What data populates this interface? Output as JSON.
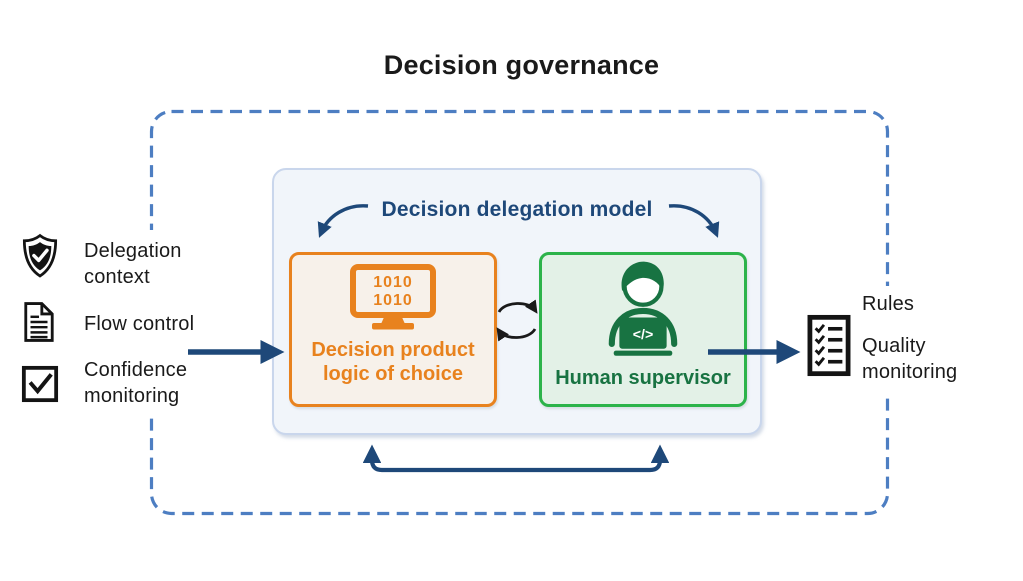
{
  "title": "Decision governance",
  "model": {
    "label": "Decision delegation model",
    "decision_product": {
      "label_line1": "Decision product",
      "label_line2": "logic of choice",
      "monitor_code_line1": "1010",
      "monitor_code_line2": "1010",
      "icon": "monitor-binary-icon"
    },
    "human_supervisor": {
      "label": "Human supervisor",
      "laptop_code": "</>",
      "icon": "person-laptop-icon"
    }
  },
  "inputs": {
    "items": [
      {
        "icon": "shield-check-icon",
        "line1": "Delegation",
        "line2": "context"
      },
      {
        "icon": "document-icon",
        "line1": "Flow control"
      },
      {
        "icon": "checkbox-check-icon",
        "line1": "Confidence",
        "line2": "monitoring"
      }
    ]
  },
  "outputs": {
    "icon": "checklist-icon",
    "items": [
      "Rules",
      "Quality monitoring"
    ]
  },
  "arrows": [
    "input-arrow",
    "output-arrow",
    "exchange-cycle-arrows",
    "feedback-loop-arrow",
    "label-pointer-left",
    "label-pointer-right"
  ],
  "colors": {
    "navy": "#1E4879",
    "dashed_border_blue": "#4D7EC2",
    "orange": "#E8821E",
    "orange_box_fill": "#F7F1EA",
    "green_border": "#2CB34A",
    "green_dark": "#187342",
    "green_box_fill": "#E3F1E7",
    "container_fill": "#F1F5FA",
    "container_border": "#C9D6EC",
    "icon_black": "#141414"
  }
}
